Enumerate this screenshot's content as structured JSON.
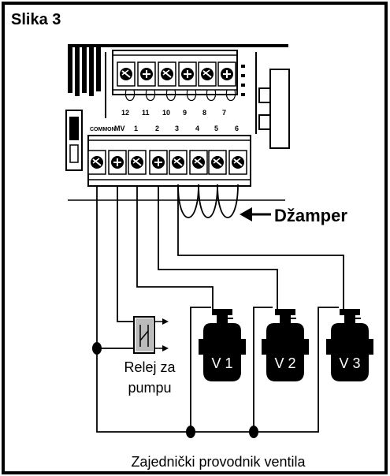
{
  "title": "Slika 3",
  "labels": {
    "jumper": "Džamper",
    "relay_line1": "Relej za",
    "relay_line2": "pumpu",
    "common_wire": "Zajednički provodnik ventila"
  },
  "valves": [
    {
      "label": "V 1"
    },
    {
      "label": "V 2"
    },
    {
      "label": "V 3"
    }
  ],
  "terminal_labels": {
    "top_row": [
      "12",
      "11",
      "10",
      "9",
      "8",
      "7"
    ],
    "bottom_row": [
      "COMMON",
      "MV",
      "1",
      "2",
      "3",
      "4",
      "5",
      "6"
    ]
  }
}
